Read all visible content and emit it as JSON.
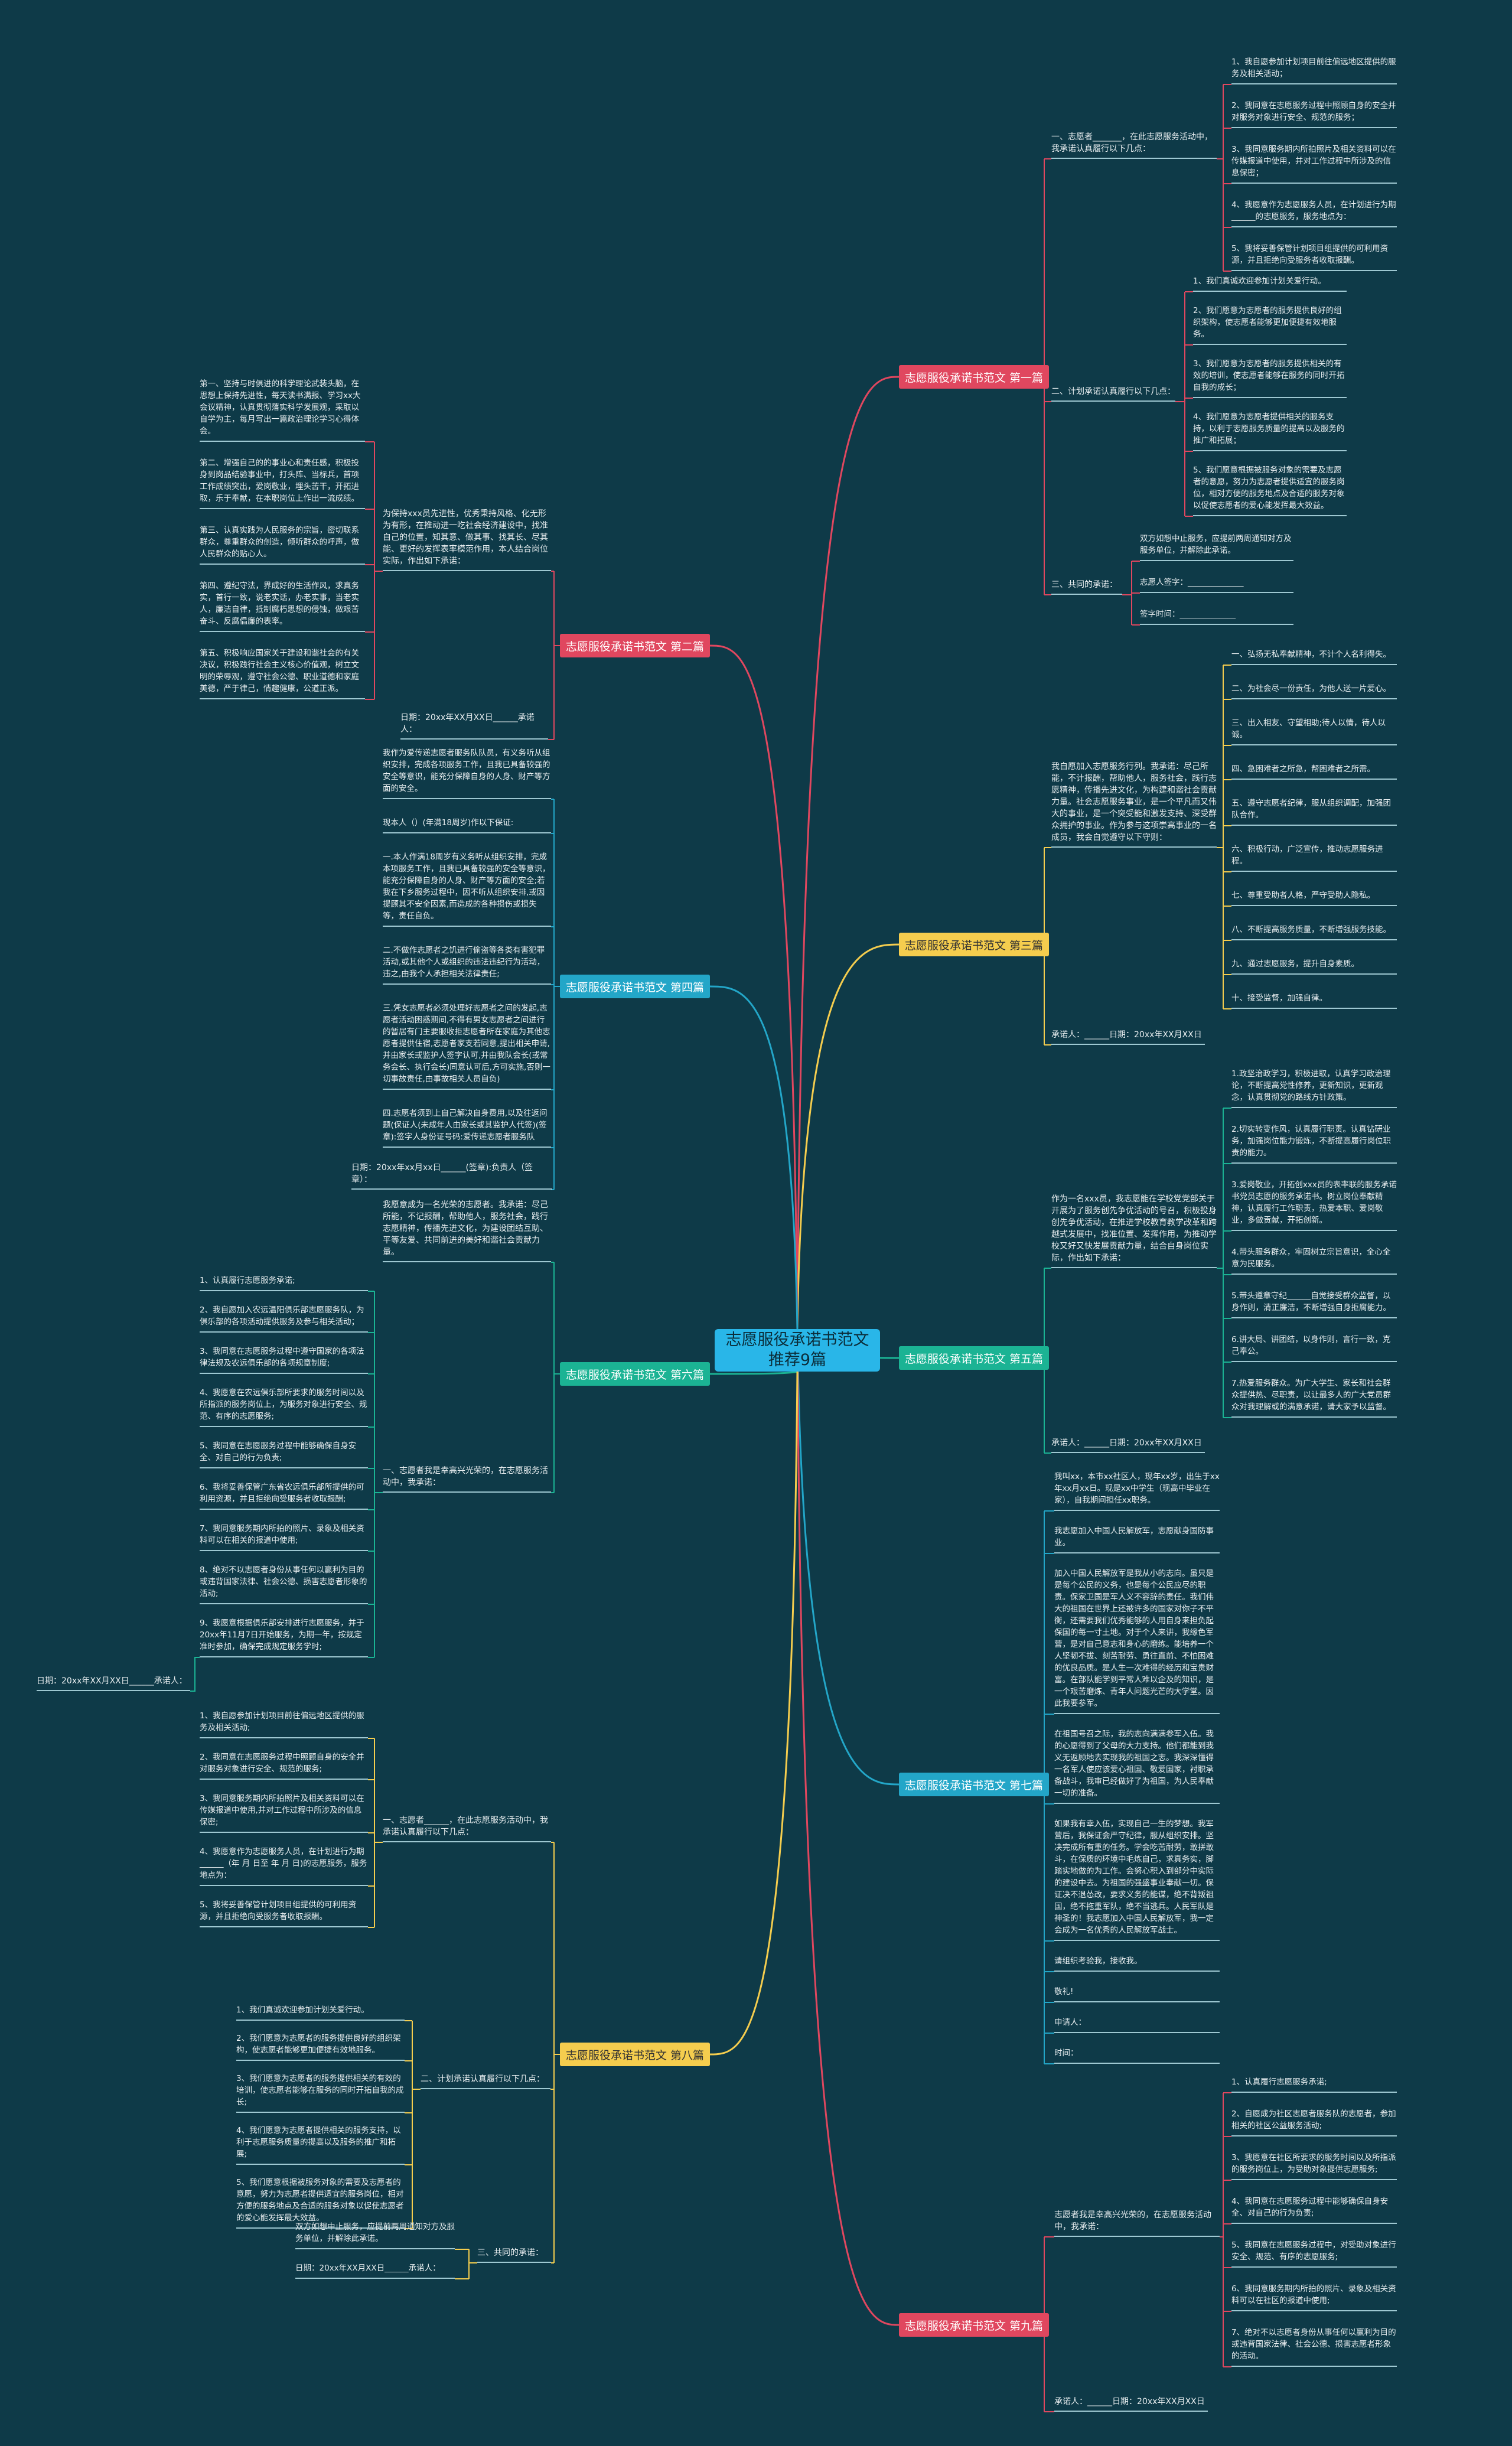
{
  "root": {
    "title": "志愿服役承诺书范文推荐9篇"
  },
  "colors": {
    "b1": "#e0475f",
    "b2": "#e0475f",
    "b3": "#f5cd4e",
    "b4": "#23a6c8",
    "b5": "#1bb394",
    "b6": "#1bb394",
    "b7": "#23a6c8",
    "b8": "#f5cd4e",
    "b9": "#e0475f"
  },
  "b1": {
    "label": "志愿服役承诺书范文 第一篇",
    "s1": {
      "text": "一、志愿者_______，在此志愿服务活动中，我承诺认真履行以下几点："
    },
    "s1_items": [
      "1、我自愿参加计划项目前往偏远地区提供的服务及相关活动；",
      "2、我同意在志愿服务过程中照顾自身的安全并对服务对象进行安全、规范的服务；",
      "3、我同意服务期内所拍照片及相关资料可以在传媒报道中使用，并对工作过程中所涉及的信息保密；",
      "4、我愿意作为志愿服务人员，在计划进行为期______的志愿服务，服务地点为：",
      "5、我将妥善保管计划项目组提供的可利用资源，并且拒绝向受服务者收取报酬。"
    ],
    "s2": {
      "text": "二、计划承诺认真履行以下几点："
    },
    "s2_items": [
      "1、我们真诚欢迎参加计划关爱行动。",
      "2、我们愿意为志愿者的服务提供良好的组织架构，使志愿者能够更加便捷有效地服务。",
      "3、我们愿意为志愿者的服务提供相关的有效的培训，使志愿者能够在服务的同时开拓自我的成长；",
      "4、我们愿意为志愿者提供相关的服务支持，以利于志愿服务质量的提高以及服务的推广和拓展；",
      "5、我们愿意根据被服务对象的需要及志愿者的意愿，努力为志愿者提供适宜的服务岗位，相对方便的服务地点及合适的服务对象以促使志愿者的爱心能发挥最大效益。"
    ],
    "s3": {
      "text": "三、共同的承诺："
    },
    "s3_items": [
      "双方如想中止服务，应提前两周通知对方及服务单位，并解除此承诺。",
      "志愿人签字：______________",
      "签字时间：______________"
    ]
  },
  "b2": {
    "label": "志愿服役承诺书范文 第二篇",
    "intro": "为保持xxx员先进性，优秀秉持风格、化无形为有形，在推动进一吃社会经济建设中，找准自己的位置，知其意、做其事、找其长、尽其能、更好的发挥表率模范作用，本人结合岗位实际，作出如下承诺：",
    "items": [
      "第一、坚持与时俱进的科学理论武装头脑，在思想上保持先进性，每天读书满报、学习xx大会议精神，认真贯彻落实科学发展观，采取以自学为主，每月写出一篇政治理论学习心得体会。",
      "第二、增强自己的的事业心和责任感，积极投身到岗品结验事业中，打头阵、当标兵，首项工作成绩突出，爱岗敬业，埋头苦干，开拓进取，乐于奉献，在本职岗位上作出一流成绩。",
      "第三、认真实践为人民服务的宗旨，密切联系群众，尊重群众的创造，倾听群众的呼声，做人民群众的贴心人。",
      "第四、遵纪守法，界成好的生活作风，求真务实，首行一致，说老实话，办老实事，当老实人，廉洁自律，抵制腐朽思想的侵蚀，做艰苦奋斗、反腐倡廉的表率。",
      "第五、积极响应国家关于建设和谐社会的有关决议，积极践行社会主义核心价值观，树立文明的荣辱观，遵守社会公德、职业道德和家庭美德，严于律己，情趣健康，公道正派。"
    ],
    "date": "日期：20xx年XX月XX日______承诺人："
  },
  "b3": {
    "label": "志愿服役承诺书范文 第三篇",
    "intro": "我自愿加入志愿服务行列。我承诺：尽己所能，不计报酬，帮助他人，服务社会，践行志愿精神，传播先进文化，为构建和谐社会贡献力量。社会志愿服务事业，是一个平凡而又伟大的事业，是一个突受能和激发支持、深受群众拥护的事业。作为参与这项崇高事业的一名成员，我会自觉遵守以下守则：",
    "items": [
      "一、弘扬无私奉献精神，不计个人名利得失。",
      "二、为社会尽一份责任，为他人送一片爱心。",
      "三、出入相友、守望相助;待人以情，待人以诚。",
      "四、急困难者之所急，帮困难者之所需。",
      "五、遵守志愿者纪律，服从组织调配，加强团队合作。",
      "六、积极行动，广泛宣传，推动志愿服务进程。",
      "七、尊重受助者人格，严守受助人隐私。",
      "八、不断提高服务质量，不断增强服务技能。",
      "九、通过志愿服务，提升自身素质。",
      "十、接受监督，加强自律。"
    ],
    "date": "承诺人：______日期：20xx年XX月XX日"
  },
  "b4": {
    "label": "志愿服役承诺书范文 第四篇",
    "items": [
      "我作为爱传递志愿者服务队队员，有义务听从组织安排，完成各项服务工作，且我已具备较强的安全等意识，能充分保障自身的人身、财产等方面的安全。",
      "现本人（）(年满18周岁)作以下保证:",
      "一.本人作满18周岁有义务听从组织安排，完成本项服务工作，且我已具备较强的安全等意识，能充分保障自身的人身、财产等方面的安全;若我在下乡服务过程中，因不听从组织安排,或因提顾其不安全因素,而造成的各种损伤或损失等，责任自负。",
      "二.不做作志愿者之饥进行偷盗等各类有害犯罪活动,或其他个人或组织的违法违纪行为活动，违之,由我个人承担相关法律责任;",
      "三.凭女志愿者必须处理好志愿者之间的发起,志愿者活动困惑期间,不得有男女志愿者之间进行的暂居有门主要服收拒志愿者所在家庭为其他志愿者提供住宿,志愿者家支若同意,提出相关申请,并由家长或监护人签字认可,并由我队会长(或常务会长、执行会长)同意认可后,方可实施,否则一切事故责任,由事故相关人员自负)",
      "四.志愿者须到上自己解决自身费用,以及往返问题(保证人(未成年人由家长或其监护人代签)(签章):签字人身份证号码:爱传递志愿者服务队"
    ],
    "date": "日期：20xx年xx月xx日______(签章):负责人（签章）："
  },
  "b5": {
    "label": "志愿服役承诺书范文 第五篇",
    "intro": "作为一名xxx员，我志愿能在学校党党部关于开展为了服务创先争优活动的号召，积极投身创先争优活动，在推进学校教育教学改革和跨越式发展中，找准位置、发挥作用，为推动学校又好又快发展贡献力量，结合自身岗位实际，作出如下承诺：",
    "items": [
      "1.政坚治政学习，积极进取，认真学习政治理论，不断提高党性修养，更新知识，更新观念，认真贯彻党的路线方针政策。",
      "2.切实转变作风，认真履行职责。认真钻研业务，加强岗位能力锻炼，不断提高履行岗位职责的能力。",
      "3.爱岗敬业，开拓创xxx员的表率联的服务承诺书党员志愿的服务承诺书。树立岗位奉献精神，认真履行工作职责，热爱本职、爱岗敬业，多做贡献，开拓创新。",
      "4.带头服务群众，牢固树立宗旨意识，全心全意为民服务。",
      "5.带头遵章守纪______自觉接受群众监督，以身作则，清正廉洁，不断增强自身拒腐能力。",
      "6.讲大局、讲团结，以身作则，言行一致，克己奉公。",
      "7.热爱服务群众。为广大学生、家长和社会群众提供热、尽职责，以让最多人的广大党员群众对我理解或的满意承诺，请大家予以监督。"
    ],
    "date": "承诺人：______日期：20xx年XX月XX日"
  },
  "b6": {
    "label": "志愿服役承诺书范文 第六篇",
    "intro": "我愿意成为一名光荣的志愿者。我承诺：尽己所能，不记报酬，帮助他人，服务社会，践行志愿精神，传播先进文化，为建设团结互助、平等友爱、共同前进的美好和谐社会贡献力量。",
    "s1": {
      "text": "一、志愿者我是幸高兴光荣的，在志愿服务活动中，我承诺："
    },
    "s1_items": [
      "1、认真履行志愿服务承诺;",
      "2、我自愿加入农远温阳俱乐部志愿服务队，为俱乐部的各项活动提供服务及参与相关活动；",
      "3、我同意在志愿服务过程中遵守国家的各项法律法规及农远俱乐部的各项规章制度;",
      "4、我愿意在农远俱乐部所要求的服务时间以及所指派的服务岗位上，为服务对象进行安全、规范、有序的志愿服务;",
      "5、我同意在志愿服务过程中能够确保自身安全、对自己的行为负责;",
      "6、我将妥善保管广东省农远俱乐部所提供的可利用资源，并且拒绝向受服务者收取报酬;",
      "7、我同意服务期内所拍的照片、录象及相关资料可以在相关的报道中使用;",
      "8、绝对不以志愿者身份从事任何以赢利为目的或违背国家法律、社会公德、损害志愿者形象的活动;",
      "9、我愿意根据俱乐部安排进行志愿服务，并于20xx年11月7日开始服务，为期一年，按规定准时参加，确保完成规定服务学时;"
    ],
    "date": "日期：20xx年XX月XX日______承诺人："
  },
  "b7": {
    "label": "志愿服役承诺书范文 第七篇",
    "items": [
      "我叫xx，本市xx社区人，现年xx岁，出生于xx年xx月xx日。现是xx中学生（现高中毕业在家），自我期间担任xx职务。",
      "我志愿加入中国人民解放军，志愿献身国防事业。",
      "加入中国人民解放军是我从小的志向。虽只是是每个公民的义务，也是每个公民应尽的职责。保家卫国是军人义不容辞的责任。我们伟大的祖国在世界上还被许多的国家对你子不平衡，还需要我们优秀能够的人用自身来担负起保国的每一寸土地。对于个人来讲，我缘色军营，是对自己意志和身心的磨练。能培养一个人坚韧不拔、刻苦耐劳、勇往直前、不怕困难的优良品质。是人生一次难得的经历和宝贵财富。在部队能学到平常人难以企及的知识，是一个艰苦磨炼、青年人问题光芒的大学堂。因此我要参军。",
      "在祖国号召之际，我的志向满满参军入伍。我的心愿得到了父母的大力支持。他们都能到我义无返顾地去实现我的祖国之志。我深深懂得一名军人使应该爱心祖国、敬爱国家，衬职承备战斗，我审已经做好了为祖国，为人民奉献一切的准备。",
      "如果我有幸入伍，实现自己一生的梦想。我军营后，我保证会严守纪律，服从组织安排。坚决完成所有重的任务。学会吃苦耐劳，敢拼敢斗，在保质的环境中毛炼自己，求真务实，脚踏实地做的为工作。会努心积入到部分中实际的建设中去。为祖国的强盛事业奉献一切。保证决不退怂改，要求义务的能谋，绝不背叛祖国，绝不拖重军队，绝不当逃兵。人民军队是神圣的！我志愿加入中国人民解放军，我一定会成为一名优秀的人民解放军战士。",
      "请组织考验我，接收我。",
      "敬礼!",
      "申请人：",
      "时间："
    ]
  },
  "b8": {
    "label": "志愿服役承诺书范文 第八篇",
    "s1": {
      "text": "一、志愿者______，在此志愿服务活动中，我承诺认真履行以下几点："
    },
    "s1_items": [
      "1、我自愿参加计划项目前往偏远地区提供的服务及相关活动;",
      "2、我同意在志愿服务过程中照顾自身的安全并对服务对象进行安全、规范的服务;",
      "3、我同意服务期内所拍照片及相关资料可以在传媒报道中使用,并对工作过程中所涉及的信息保密;",
      "4、我愿意作为志愿服务人员，在计划进行为期______（年 月 日至 年 月 日)的志愿服务，服务地点为：",
      "5、我将妥善保管计划项目组提供的可利用资源，并且拒绝向受服务者收取报酬。"
    ],
    "s2": {
      "text": "二、计划承诺认真履行以下几点："
    },
    "s2_items": [
      "1、我们真诚欢迎参加计划关爱行动。",
      "2、我们愿意为志愿者的服务提供良好的组织架构，使志愿者能够更加便捷有效地服务。",
      "3、我们愿意为志愿者的服务提供相关的有效的培训，使志愿者能够在服务的同时开拓自我的成长;",
      "4、我们愿意为志愿者提供相关的服务支持，以利于志愿服务质量的提高以及服务的推广和拓展;",
      "5、我们愿意根据被服务对象的需要及志愿者的意愿，努力为志愿者提供适宜的服务岗位，相对方便的服务地点及合适的服务对象以促使志愿者的爱心能发挥最大效益。"
    ],
    "s3": {
      "text": "三、共同的承诺："
    },
    "s3_items": [
      "双方如想中止服务，应提前两周通知对方及服务单位，并解除此承诺。",
      "日期：20xx年XX月XX日______承诺人："
    ]
  },
  "b9": {
    "label": "志愿服役承诺书范文 第九篇",
    "intro": "志愿者我是幸高兴光荣的，在志愿服务活动中，我承诺：",
    "items": [
      "1、认真履行志愿服务承诺;",
      "2、自愿成为社区志愿者服务队的志愿者，参加相关的社区公益服务活动;",
      "3、我愿意在社区所要求的服务时间以及所指派的服务岗位上，为受助对象提供志愿服务;",
      "4、我同意在志愿服务过程中能够确保自身安全、对自己的行为负责;",
      "5、我同意在志愿服务过程中，对受助对象进行安全、规范、有序的志愿服务;",
      "6、我同意服务期内所拍的照片、录象及相关资料可以在社区的报道中使用;",
      "7、绝对不以志愿者身份从事任何以赢利为目的或违背国家法律、社会公德、损害志愿者形象的活动。"
    ],
    "date": "承诺人：______日期：20xx年XX月XX日"
  }
}
